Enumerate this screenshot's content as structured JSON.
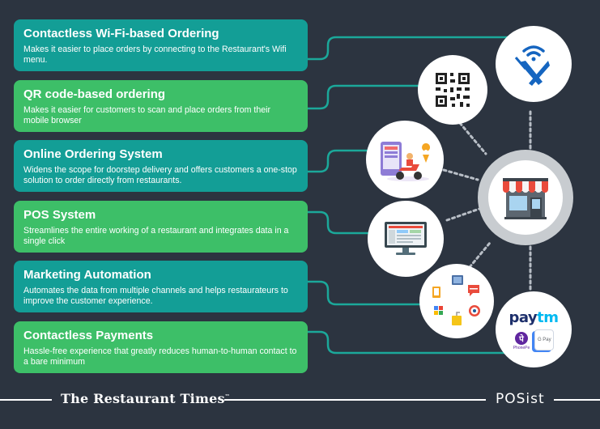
{
  "cards": [
    {
      "title": "Contactless Wi-Fi-based Ordering",
      "desc": "Makes it easier to place orders by connecting to the Restaurant's Wifi menu."
    },
    {
      "title": "QR code-based ordering",
      "desc": "Makes it easier for customers to scan and place orders from their mobile browser"
    },
    {
      "title": "Online Ordering System",
      "desc": "Widens the scope for doorstep delivery and offers customers a one-stop solution to order directly from restaurants."
    },
    {
      "title": "POS System",
      "desc": "Streamlines the entire working of a restaurant and integrates data in a single click"
    },
    {
      "title": "Marketing Automation",
      "desc": "Automates the data from multiple channels and helps restaurateurs to improve the customer experience."
    },
    {
      "title": "Contactless Payments",
      "desc": "Hassle-free experience that greatly reduces human-to-human contact to a bare minimum"
    }
  ],
  "footer": {
    "brand": "The Restaurant Times",
    "brand_mark": "™",
    "partner": "POSist"
  },
  "payments": {
    "paytm_pay": "pay",
    "paytm_tm": "tm",
    "phonepe": "PhonePe",
    "gpay": "G Pay"
  },
  "icons": [
    "wifi-cutlery-icon",
    "qr-code-icon",
    "delivery-scooter-icon",
    "pos-monitor-icon",
    "marketing-channels-icon",
    "payment-apps-icon",
    "restaurant-storefront-icon"
  ],
  "colors": {
    "background": "#2c3440",
    "teal": "#139e96",
    "green": "#3dbf68",
    "connector": "#1ba89a"
  }
}
